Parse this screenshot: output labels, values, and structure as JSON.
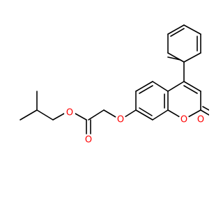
{
  "molecule": {
    "atoms": [
      {
        "label": "O",
        "color": "#ff0000"
      },
      {
        "label": "O",
        "color": "#ff0000"
      },
      {
        "label": "O",
        "color": "#ff0000"
      },
      {
        "label": "O",
        "color": "#ff0000"
      },
      {
        "label": "O",
        "color": "#ff0000"
      }
    ]
  }
}
